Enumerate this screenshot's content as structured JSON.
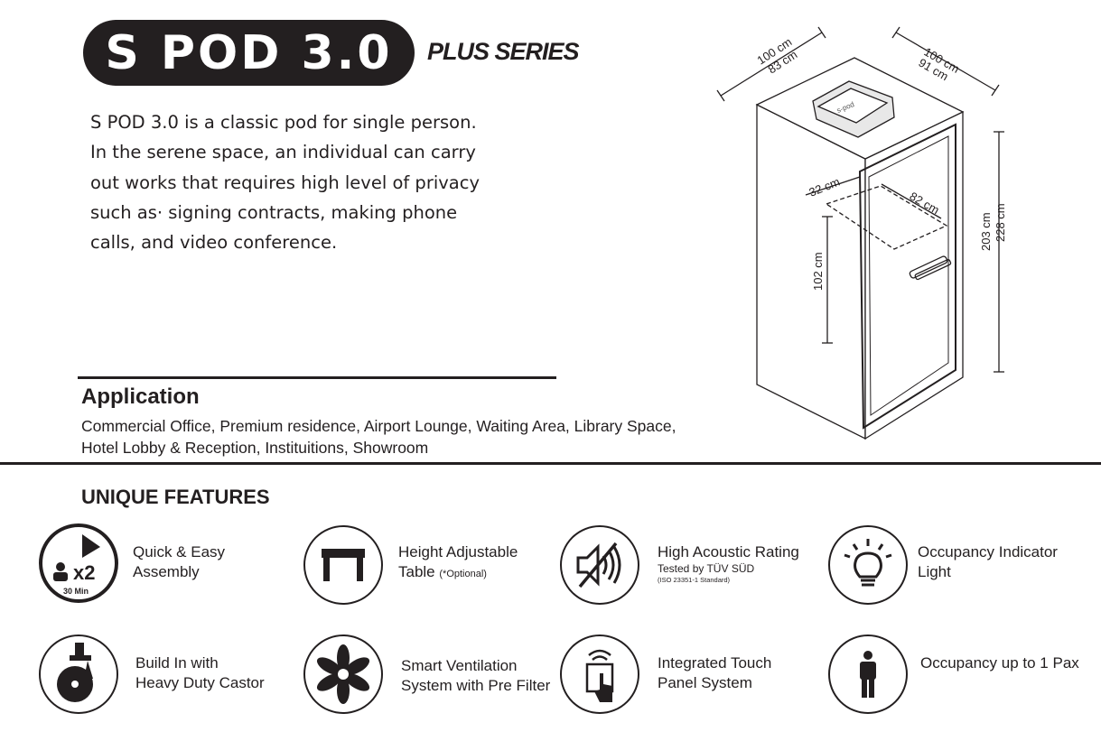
{
  "header": {
    "title": "S POD 3.0",
    "series": "PLUS SERIES"
  },
  "description": {
    "lines": [
      "S POD 3.0 is a classic pod for single person.",
      "In the serene space, an individual can carry",
      "out works that requires high level of privacy",
      "such as· signing contracts, making phone",
      "calls, and video conference."
    ]
  },
  "application": {
    "heading": "Application",
    "lines": [
      "Commercial Office, Premium residence, Airport Lounge, Waiting Area, Library Space,",
      "Hotel Lobby & Reception, Instituitions, Showroom"
    ]
  },
  "drawing": {
    "dim_outer_width": "100 cm",
    "dim_inner_width": "83 cm",
    "dim_outer_depth": "100 cm",
    "dim_inner_depth": "91 cm",
    "dim_table_depth": "32 cm",
    "dim_table_width": "82 cm",
    "dim_table_height": "102 cm",
    "dim_height_1": "203 cm",
    "dim_height_2": "228 cm"
  },
  "features": {
    "heading": "UNIQUE FEATURES",
    "assembly_badge_count": "x2",
    "assembly_badge_time": "30 Min",
    "items": [
      {
        "line1": "Quick & Easy",
        "line2": "Assembly",
        "icon": "stopwatch-workers-icon"
      },
      {
        "line1": "Height Adjustable",
        "line2": "Table",
        "note": "(*Optional)",
        "icon": "table-icon"
      },
      {
        "line1": "High Acoustic Rating",
        "line2": "Tested by TÜV SÜD",
        "line3": "(ISO 23351-1 Standard)",
        "icon": "muted-speaker-icon"
      },
      {
        "line1": "Occupancy  Indicator",
        "line2": "Light",
        "icon": "light-bulb-icon"
      },
      {
        "line1": "Build In with",
        "line2": "Heavy Duty Castor",
        "icon": "castor-wheel-icon"
      },
      {
        "line1": "Smart Ventilation",
        "line2": "System with Pre Filter",
        "icon": "fan-icon"
      },
      {
        "line1": "Integrated Touch",
        "line2": "Panel System",
        "icon": "touch-panel-icon"
      },
      {
        "line1": "Occupancy up to 1 Pax",
        "icon": "person-icon"
      }
    ]
  },
  "colors": {
    "ink": "#231f20",
    "background": "#ffffff"
  }
}
